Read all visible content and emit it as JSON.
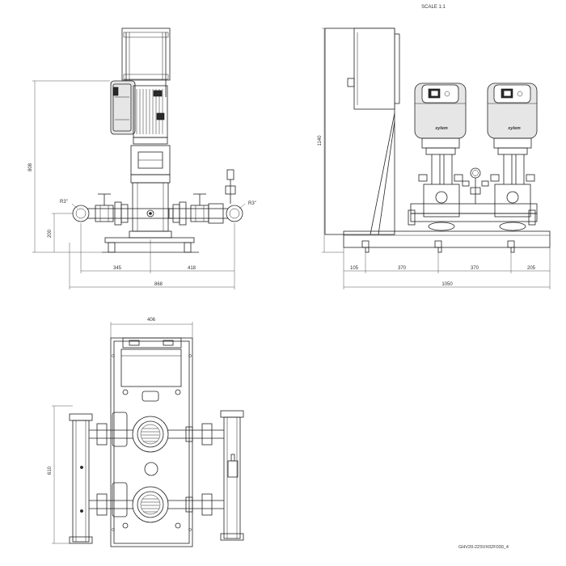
{
  "header": {
    "scale_label": "SCALE 1:1"
  },
  "footer": {
    "drawing_code": "GHV20-22SVX02F030_4"
  },
  "front_view": {
    "height_dim": "808",
    "inlet_height_dim": "200",
    "left_thread": "R3\"",
    "right_thread": "R3\"",
    "left_span_dim": "345",
    "right_span_dim": "418",
    "overall_width_dim": "868"
  },
  "side_view": {
    "height_dim": "1140",
    "seg1_dim": "105",
    "seg2_dim": "370",
    "seg3_dim": "370",
    "seg4_dim": "205",
    "overall_length_dim": "1050",
    "brand_label": "xylem"
  },
  "top_view": {
    "width_dim": "406",
    "depth_dim": "610"
  },
  "colors": {
    "line": "#222222",
    "background": "#ffffff",
    "shading": "#e6e6e6"
  }
}
